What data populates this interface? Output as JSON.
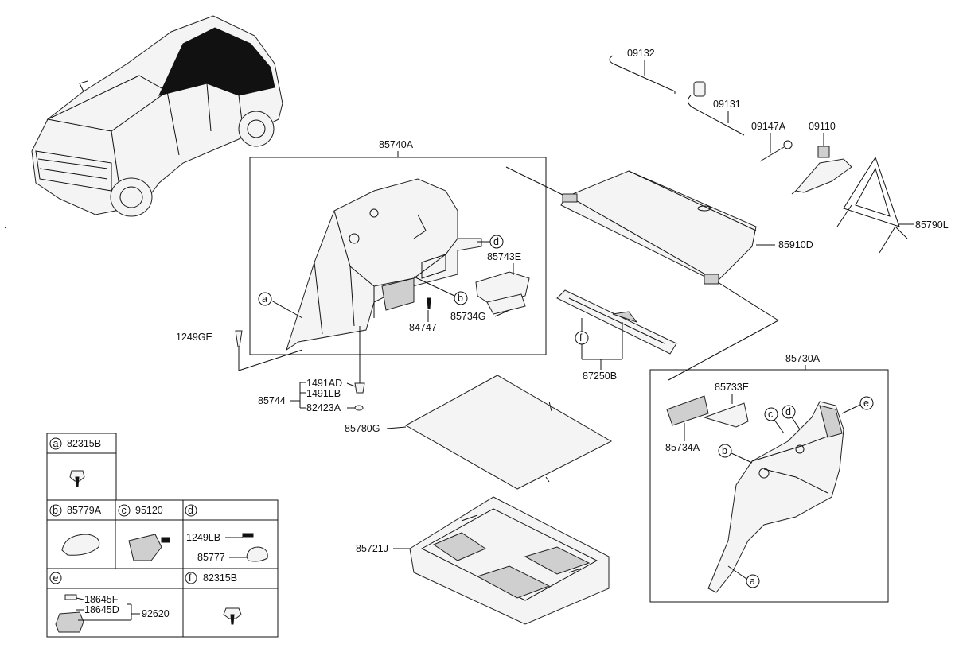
{
  "labels": {
    "l85740A": "85740A",
    "l09132": "09132",
    "l09131": "09131",
    "l09147A": "09147A",
    "l09110": "09110",
    "l85790L": "85790L",
    "l85910D": "85910D",
    "l85743E": "85743E",
    "l85734G": "85734G",
    "l84747": "84747",
    "l1249GE": "1249GE",
    "l87250B": "87250B",
    "l85730A": "85730A",
    "l85733E": "85733E",
    "l85734A": "85734A",
    "l1491AD": "1491AD",
    "l1491LB": "1491LB",
    "l82423A": "82423A",
    "l85744": "85744",
    "l85780G": "85780G",
    "l85721J": "85721J"
  },
  "callouts": {
    "a": "a",
    "b": "b",
    "c": "c",
    "d": "d",
    "e": "e",
    "f": "f"
  },
  "legend": {
    "a": {
      "letter": "a",
      "part": "82315B"
    },
    "b": {
      "letter": "b",
      "part": "85779A"
    },
    "c": {
      "letter": "c",
      "part": "95120"
    },
    "d": {
      "letter": "d",
      "part_1": "1249LB",
      "part_2": "85777"
    },
    "e": {
      "letter": "e",
      "part_1": "18645F",
      "part_2": "18645D",
      "part_3": "92620"
    },
    "f": {
      "letter": "f",
      "part": "82315B"
    }
  }
}
